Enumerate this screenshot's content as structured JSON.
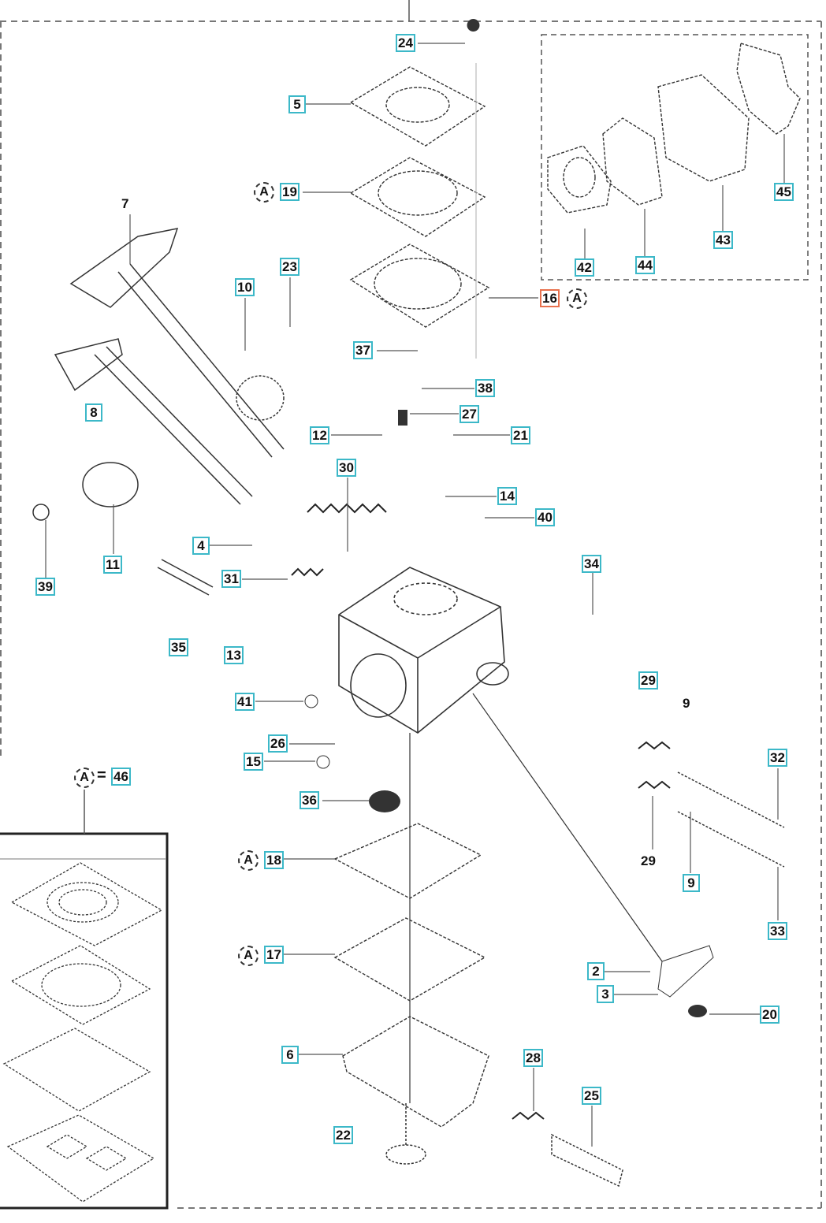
{
  "diagram": {
    "type": "exploded-parts-diagram",
    "subject": "carburetor assembly",
    "kit_marker": "A",
    "kit_legend": {
      "marker": "A",
      "equals": "=",
      "part": "46"
    },
    "selected_part": "16",
    "callouts": [
      {
        "id": "24",
        "style": "boxed"
      },
      {
        "id": "5",
        "style": "boxed"
      },
      {
        "id": "19",
        "style": "boxed",
        "kit": true
      },
      {
        "id": "16",
        "style": "selected",
        "kit": true
      },
      {
        "id": "7",
        "style": "plain"
      },
      {
        "id": "23",
        "style": "boxed"
      },
      {
        "id": "10",
        "style": "boxed"
      },
      {
        "id": "8",
        "style": "boxed"
      },
      {
        "id": "37",
        "style": "boxed"
      },
      {
        "id": "38",
        "style": "boxed"
      },
      {
        "id": "27",
        "style": "boxed"
      },
      {
        "id": "12",
        "style": "boxed"
      },
      {
        "id": "21",
        "style": "boxed"
      },
      {
        "id": "30",
        "style": "boxed"
      },
      {
        "id": "14",
        "style": "boxed"
      },
      {
        "id": "40",
        "style": "boxed"
      },
      {
        "id": "11",
        "style": "boxed"
      },
      {
        "id": "39",
        "style": "boxed"
      },
      {
        "id": "4",
        "style": "boxed"
      },
      {
        "id": "31",
        "style": "boxed"
      },
      {
        "id": "34",
        "style": "boxed"
      },
      {
        "id": "35",
        "style": "boxed"
      },
      {
        "id": "13",
        "style": "boxed"
      },
      {
        "id": "29",
        "style": "boxed"
      },
      {
        "id": "9",
        "style": "plain"
      },
      {
        "id": "41",
        "style": "boxed"
      },
      {
        "id": "26",
        "style": "boxed"
      },
      {
        "id": "15",
        "style": "boxed"
      },
      {
        "id": "36",
        "style": "boxed"
      },
      {
        "id": "32",
        "style": "boxed"
      },
      {
        "id": "29",
        "style": "plain"
      },
      {
        "id": "9",
        "style": "boxed"
      },
      {
        "id": "33",
        "style": "boxed"
      },
      {
        "id": "18",
        "style": "boxed",
        "kit": true
      },
      {
        "id": "17",
        "style": "boxed",
        "kit": true
      },
      {
        "id": "2",
        "style": "boxed"
      },
      {
        "id": "3",
        "style": "boxed"
      },
      {
        "id": "20",
        "style": "boxed"
      },
      {
        "id": "6",
        "style": "boxed"
      },
      {
        "id": "28",
        "style": "boxed"
      },
      {
        "id": "25",
        "style": "boxed"
      },
      {
        "id": "22",
        "style": "boxed"
      },
      {
        "id": "42",
        "style": "boxed"
      },
      {
        "id": "44",
        "style": "boxed"
      },
      {
        "id": "43",
        "style": "boxed"
      },
      {
        "id": "45",
        "style": "boxed"
      }
    ],
    "kit_contents": [
      "19",
      "16",
      "18",
      "17"
    ]
  },
  "colors": {
    "callout_border": "#3cb8c8",
    "selected_border": "#e8714e",
    "line": "#333333",
    "background": "#ffffff"
  }
}
